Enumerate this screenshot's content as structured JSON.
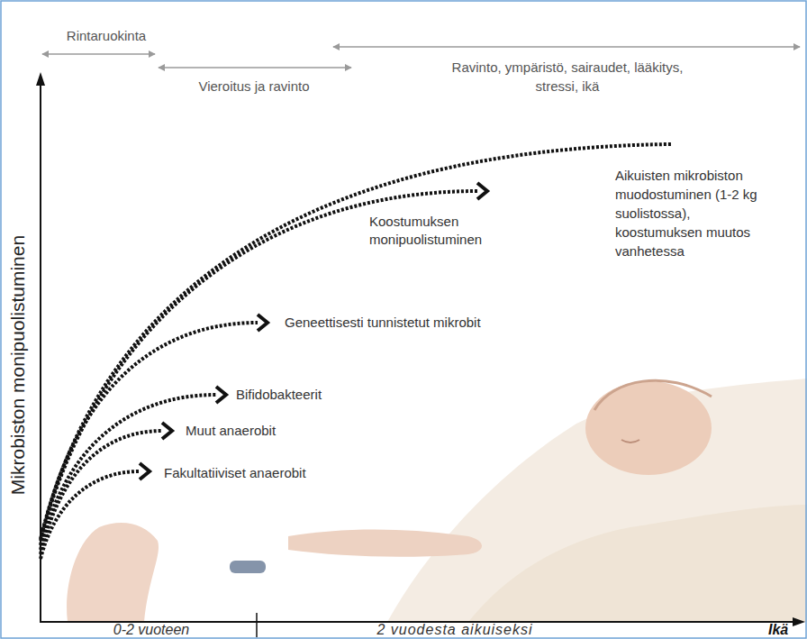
{
  "diagram": {
    "labels": [
      "Rintaruokinta",
      "Vieroitus ja ravinto",
      "Ravinto, ympäristö, sairaudet, lääkitys, stressi, ikä",
      "Mikrobiston monipuolistuminen",
      "Koostumuksen monipuolistuminen",
      "Aikuisten mikrobiston muodostuminen (1-2 kg suolistossa), koostumuksen muutos vanhetessa",
      "Geneettisesti tunnistetut mikrobit",
      "Bifidobakteerit",
      "Muut anaerobit",
      "Fakultatiiviset anaerobit",
      "0-2 vuoteen",
      "2 vuodesta aikuiseksi",
      "Ikä"
    ]
  }
}
